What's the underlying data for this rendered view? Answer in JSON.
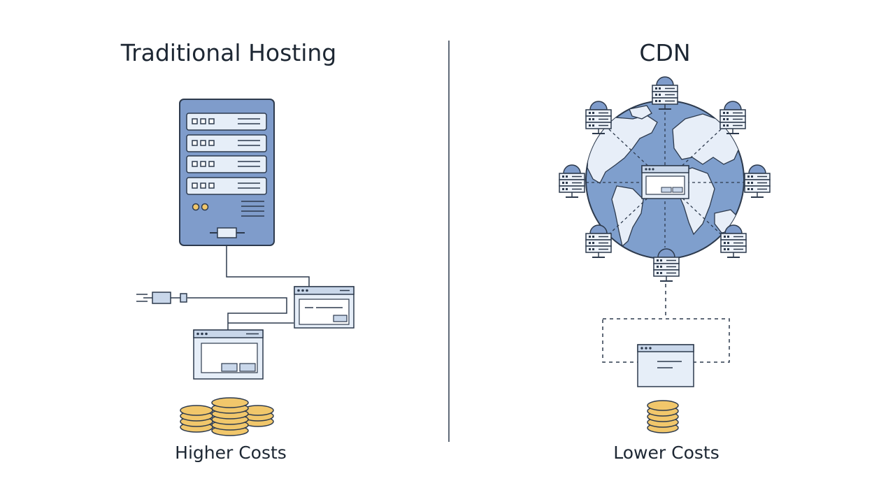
{
  "left_panel": {
    "title": "Traditional Hosting",
    "cost_label": "Higher Costs"
  },
  "right_panel": {
    "title": "CDN",
    "cost_label": "Lower Costs"
  },
  "colors": {
    "server_blue": "#7f9ccb",
    "panel_fill": "#e6eef8",
    "line": "#2d3a4d",
    "coin_gold": "#f1c76b",
    "land": "#e7eef8",
    "ocean": "#7f9fcd"
  },
  "icons": [
    "server-rack-icon",
    "globe-icon",
    "edge-server-icon",
    "browser-window-icon",
    "plug-icon",
    "coin-stack-icon"
  ]
}
